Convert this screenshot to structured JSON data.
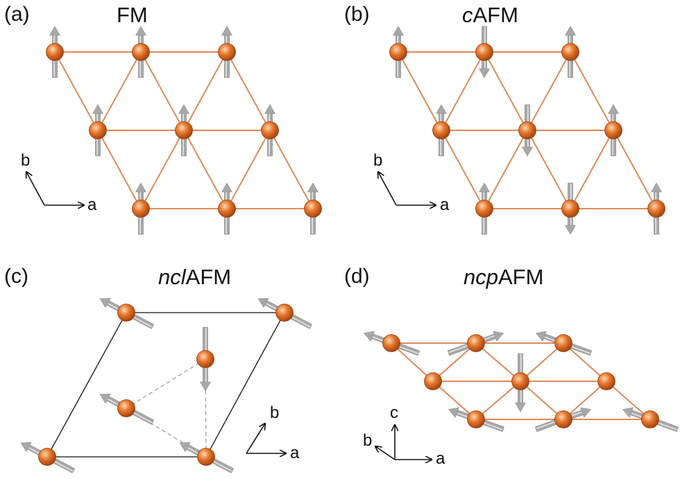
{
  "panels": [
    {
      "id": "a",
      "label": "(a)",
      "title_italic": "",
      "title_rest": "FM",
      "axes": [
        "b",
        "a"
      ]
    },
    {
      "id": "b",
      "label": "(b)",
      "title_italic": "c",
      "title_rest": "AFM",
      "axes": [
        "b",
        "a"
      ]
    },
    {
      "id": "c",
      "label": "(c)",
      "title_italic": "ncl",
      "title_rest": "AFM",
      "axes": [
        "b",
        "a"
      ]
    },
    {
      "id": "d",
      "label": "(d)",
      "title_italic": "ncp",
      "title_rest": "AFM",
      "axes": [
        "c",
        "b",
        "a"
      ]
    }
  ],
  "colors": {
    "atom": "#e5762b",
    "atom_highlight": "#ffd8b3",
    "atom_shadow": "#9c3d0c",
    "bond": "#dd8a5a",
    "spin": "#a8a8a8",
    "spin_light": "#e6e6e6",
    "cell": "#111111",
    "dashed": "#999999",
    "axis": "#111111",
    "text": "#111111"
  },
  "spins": {
    "FM": [
      "up",
      "up",
      "up",
      "up",
      "up",
      "up",
      "up",
      "up",
      "up"
    ],
    "cAFM": [
      "up",
      "down",
      "up",
      "up",
      "down",
      "up",
      "up",
      "down",
      "up"
    ],
    "nclAFM": [
      "upper-left",
      "upper-left",
      "down",
      "upper-left",
      "upper-left",
      "upper-left"
    ],
    "ncpAFM": [
      "upper-left",
      "upper-right",
      "upper-left",
      "into-plane",
      "down",
      "into-plane",
      "upper-left",
      "upper-right",
      "upper-left"
    ]
  }
}
